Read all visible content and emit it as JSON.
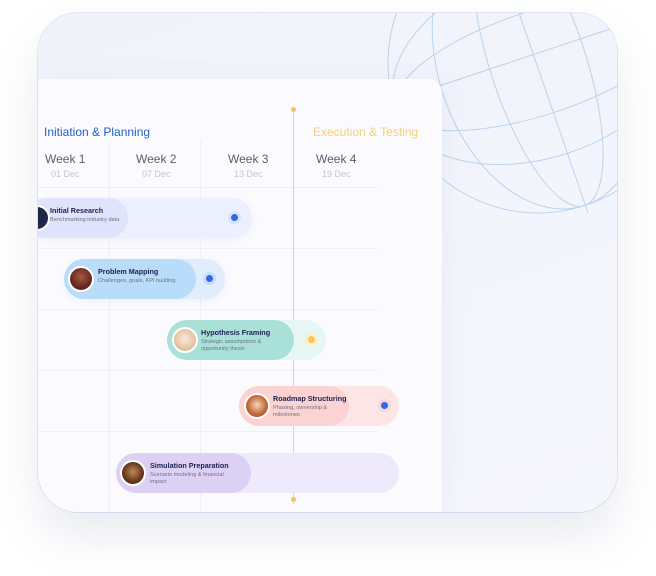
{
  "phases": [
    "Initiation & Planning",
    "Execution & Testing"
  ],
  "weeks": [
    {
      "label": "Week 1",
      "date": "01 Dec"
    },
    {
      "label": "Week 2",
      "date": "07 Dec"
    },
    {
      "label": "Week 3",
      "date": "13 Dec"
    },
    {
      "label": "Week 4",
      "date": "19 Dec"
    }
  ],
  "tasks": [
    {
      "title": "Initial Research",
      "subtitle": "Benchmarking industry data",
      "status_color": "#2f6ae0"
    },
    {
      "title": "Problem Mapping",
      "subtitle": "Challenges, goals, KPI building",
      "status_color": "#2f6ae0"
    },
    {
      "title": "Hypothesis Framing",
      "subtitle": "Strategic assumptions & opportunity thesis",
      "status_color": "#f4c85c"
    },
    {
      "title": "Roadmap Structuring",
      "subtitle": "Phasing, ownership & milestones",
      "status_color": "#2f6ae0"
    },
    {
      "title": "Simulation Preparation",
      "subtitle": "Scenario modeling & financial impact",
      "status_color": ""
    }
  ],
  "colors": {
    "accent": "#2461c8",
    "phase_two": "#f5cf7d",
    "today_marker": "#f2c25c"
  }
}
